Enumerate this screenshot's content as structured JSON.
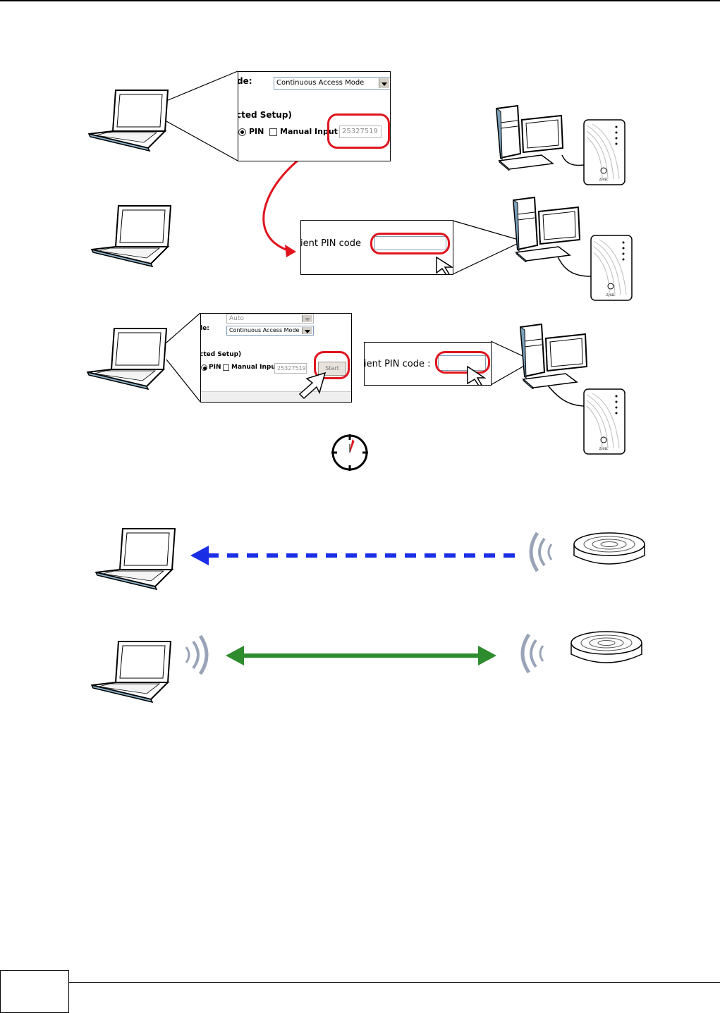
{
  "step1": {
    "mode_label": "de:",
    "mode_value": "Continuous Access Mode",
    "setup_label": "cted Setup)",
    "pin_label": "PIN",
    "manual_label": "Manual Input",
    "pin_value": "25327519"
  },
  "step2": {
    "pin_code_label": "ient PIN code"
  },
  "step3": {
    "band_value": "Auto",
    "mode_label": "le:",
    "mode_value": "Continuous Access Mode",
    "setup_label": "cted Setup)",
    "pin_label": "PIN",
    "manual_label": "Manual Input",
    "pin_value": "25327519",
    "start_label": "Start",
    "pin_code_label": "ient PIN code :"
  },
  "device_brand": "ZyXEL",
  "colors": {
    "highlight": "#e0141e",
    "arrow_pending": "#1a2ee6",
    "arrow_connected": "#2e8b2e"
  },
  "icons": [
    "laptop-icon",
    "desktop-computer-icon",
    "repeater-icon",
    "timer-icon",
    "access-point-icon",
    "wireless-signal-icon",
    "mouse-cursor-icon"
  ]
}
